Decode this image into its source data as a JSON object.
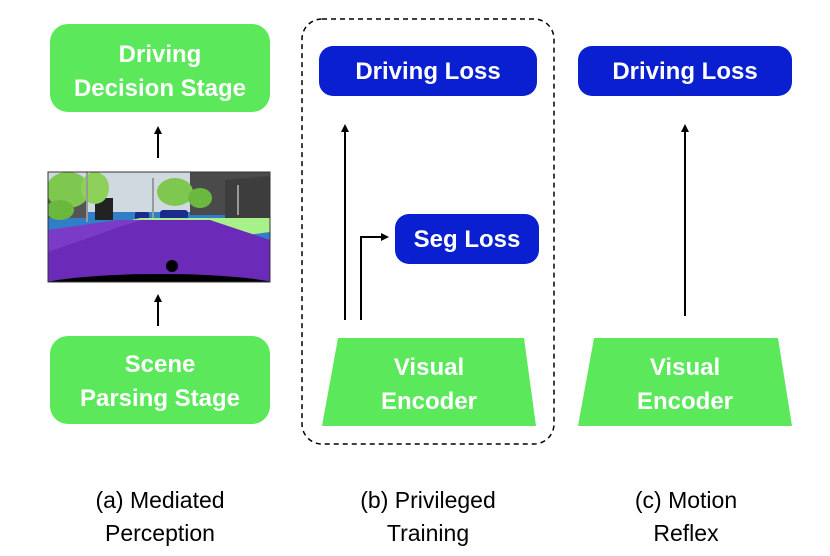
{
  "colors": {
    "green": "#5be85b",
    "blue": "#0a1fd0",
    "arrow": "#000000",
    "road": "#6b2ab8",
    "sidewalk": "#a8f08a",
    "vegetation": "#7ec850",
    "building": "#4a4a4a",
    "sky": "#2f7ec7"
  },
  "panel_a": {
    "top_box": {
      "line1": "Driving",
      "line2": "Decision Stage"
    },
    "bottom_box": {
      "line1": "Scene",
      "line2": "Parsing Stage"
    },
    "caption": {
      "line1": "(a) Mediated",
      "line2": "Perception"
    }
  },
  "panel_b": {
    "top_box": "Driving Loss",
    "seg_box": "Seg Loss",
    "encoder": {
      "line1": "Visual",
      "line2": "Encoder"
    },
    "caption": {
      "line1": "(b) Privileged",
      "line2": "Training"
    }
  },
  "panel_c": {
    "top_box": "Driving Loss",
    "encoder": {
      "line1": "Visual",
      "line2": "Encoder"
    },
    "caption": {
      "line1": "(c) Motion",
      "line2": "Reflex"
    }
  }
}
